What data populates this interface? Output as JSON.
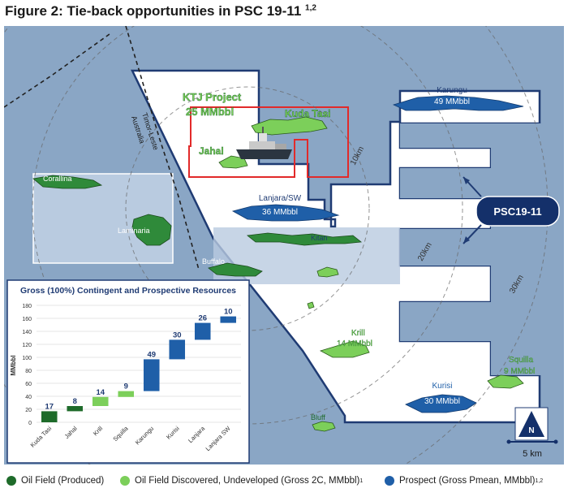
{
  "figure": {
    "title": "Figure 2: Tie-back opportunities in PSC 19-11",
    "title_sup": "1,2"
  },
  "map": {
    "colors": {
      "sea": "#8aa6c5",
      "block": "#ffffff",
      "block_border": "#1f3b73",
      "oil_produced": "#1e6b2a",
      "oil_discovered": "#7ccf5a",
      "prospect": "#1f5fa8",
      "ktj_border": "#e22a2a",
      "panel_border": "#1f3b73"
    },
    "labels": {
      "ktj_line1": "KTJ Project",
      "ktj_line2": "25 MMbbl",
      "kuda_tasi": "Kuda Tasi",
      "jahal": "Jahal",
      "karungu_name": "Karungu",
      "karungu_val": "49 MMbbl",
      "lanjara_name": "Lanjara/SW",
      "lanjara_val": "36 MMbbl",
      "kitan": "Kitan",
      "corallina": "Corallina",
      "laminaria": "Laminaria",
      "buffalo": "Buffalo",
      "krill_name": "Krill",
      "krill_val": "14 MMbbl",
      "squilla_name": "Squilla",
      "squilla_val": "9 MMbbl",
      "kurisi_name": "Kurisi",
      "kurisi_val": "30 MMbbl",
      "bluff": "Bluff",
      "psc_label": "PSC19-11",
      "ring_10": "10km",
      "ring_20": "20km",
      "ring_30": "30km",
      "boundary_line1": "Timor-Leste",
      "boundary_line2": "Australia",
      "north": "N",
      "scale": "5 km"
    }
  },
  "chart_data": {
    "type": "bar",
    "title": "Gross (100%) Contingent and Prospective Resources",
    "ylabel": "MMbbl",
    "xlabel": "",
    "ylim": [
      0,
      180
    ],
    "yticks": [
      0,
      20,
      40,
      60,
      80,
      100,
      120,
      140,
      160,
      180
    ],
    "waterfall": true,
    "categories": [
      "Kuda Tasi",
      "Jahal",
      "Krill",
      "Squilla",
      "Karungu",
      "Kurisi",
      "Lanjara",
      "Lanjara SW"
    ],
    "values": [
      17,
      8,
      14,
      9,
      49,
      30,
      26,
      10
    ],
    "bar_colors": [
      "#1e6b2a",
      "#1e6b2a",
      "#7ccf5a",
      "#7ccf5a",
      "#1f5fa8",
      "#1f5fa8",
      "#1f5fa8",
      "#1f5fa8"
    ],
    "grid": true,
    "legend": "none"
  },
  "legend": {
    "oil_produced": "Oil Field (Produced)",
    "oil_discovered": "Oil Field Discovered, Undeveloped (Gross 2C, MMbbl)",
    "oil_discovered_sup": "1",
    "prospect": "Prospect (Gross Pmean, MMbbl)",
    "prospect_sup": "1,2"
  }
}
